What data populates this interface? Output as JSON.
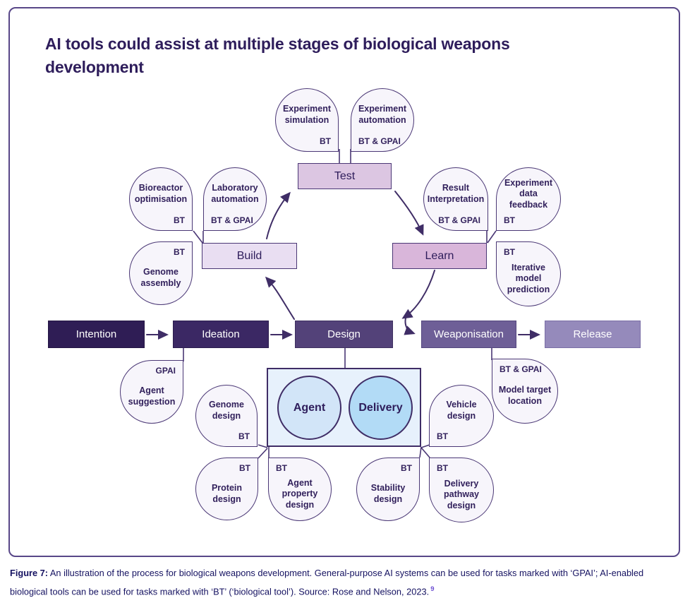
{
  "title": "AI tools could assist at multiple stages of biological weapons development",
  "stages": {
    "intention": "Intention",
    "ideation": "Ideation",
    "design": "Design",
    "weaponisation": "Weaponisation",
    "release": "Release"
  },
  "cycle": {
    "test": "Test",
    "build": "Build",
    "learn": "Learn"
  },
  "agent_delivery": {
    "agent": "Agent",
    "delivery": "Delivery"
  },
  "bubbles": {
    "experiment_simulation": {
      "label": "Experiment simulation",
      "tag": "BT"
    },
    "experiment_automation": {
      "label": "Experiment automation",
      "tag": "BT & GPAI"
    },
    "bioreactor_optimisation": {
      "label": "Bioreactor optimisation",
      "tag": "BT"
    },
    "laboratory_automation": {
      "label": "Laboratory automation",
      "tag": "BT & GPAI"
    },
    "genome_assembly": {
      "label": "Genome assembly",
      "tag": "BT"
    },
    "result_interpretation": {
      "label": "Result Interpretation",
      "tag": "BT & GPAI"
    },
    "experiment_data_feedback": {
      "label": "Experiment data feedback",
      "tag": "BT"
    },
    "iterative_model_prediction": {
      "label": "Iterative model prediction",
      "tag": "BT"
    },
    "agent_suggestion": {
      "label": "Agent suggestion",
      "tag": "GPAI"
    },
    "model_target_location": {
      "label": "Model target location",
      "tag": "BT & GPAI"
    },
    "genome_design": {
      "label": "Genome design",
      "tag": "BT"
    },
    "protein_design": {
      "label": "Protein design",
      "tag": "BT"
    },
    "agent_property_design": {
      "label": "Agent property design",
      "tag": "BT"
    },
    "stability_design": {
      "label": "Stability design",
      "tag": "BT"
    },
    "delivery_pathway_design": {
      "label": "Delivery pathway design",
      "tag": "BT"
    },
    "vehicle_design": {
      "label": "Vehicle design",
      "tag": "BT"
    }
  },
  "caption": {
    "label": "Figure 7:",
    "text": " An illustration of the process for biological weapons development. General-purpose AI systems can be used for tasks marked with ‘GPAI’; AI-enabled biological tools can be used for tasks marked with ‘BT’ (‘biological tool’). Source: Rose and Nelson, 2023.",
    "footnote": "9"
  },
  "colors": {
    "card_border": "#584788",
    "title_text": "#2e1d5b",
    "arrow": "#3f2d66",
    "stage_intention": "#2f1d55",
    "stage_ideation": "#3b2864",
    "stage_design": "#534279",
    "stage_weaponisation": "#6e5f97",
    "stage_release": "#958abb",
    "box_test": "#dcc6e2",
    "box_build": "#e9def2",
    "box_learn": "#d9b6da",
    "bubble_fill": "#f7f5fb",
    "bubble_border": "#4a3775",
    "agent_delivery_box": "#e7f1fc",
    "agent_circle": "#d2e5f8",
    "delivery_circle": "#b2dbf6",
    "caption_text": "#151261",
    "footnote_ref": "#6d4fd2"
  }
}
